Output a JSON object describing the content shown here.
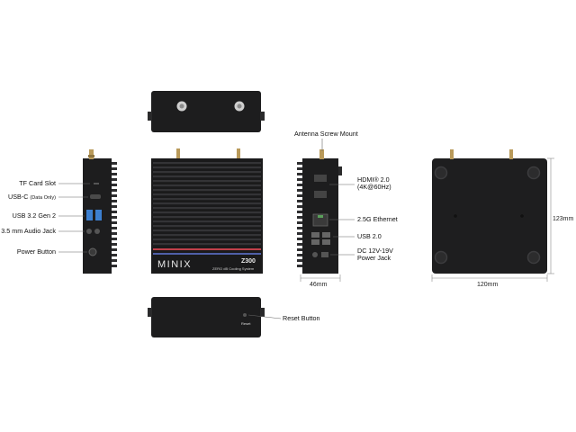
{
  "brand": {
    "logo_text": "MINIX",
    "model": "Z300",
    "subtitle": "ZERO dB Cooling System"
  },
  "left_side_labels": {
    "tf_card": "TF Card Slot",
    "usbc_main": "USB-C",
    "usbc_note": "(Data Only)",
    "usb32": "USB 3.2 Gen 2",
    "audio": "3.5 mm Audio Jack",
    "power": "Power Button"
  },
  "right_side_labels": {
    "antenna": "Antenna Screw Mount",
    "hdmi_line1": "HDMI® 2.0",
    "hdmi_line2": "(4K@60Hz)",
    "ethernet": "2.5G Ethernet",
    "usb20": "USB 2.0",
    "dc_line1": "DC 12V-19V",
    "dc_line2": "Power Jack"
  },
  "bottom_labels": {
    "reset": "Reset Button",
    "reset_small": "Reset"
  },
  "dimensions": {
    "depth": "46mm",
    "width": "120mm",
    "height": "123mm"
  },
  "colors": {
    "body": "#1d1d1e",
    "stripe_red": "#c0404a",
    "stripe_blue": "#4f5fa8",
    "port_blue": "#3c7fd0"
  }
}
